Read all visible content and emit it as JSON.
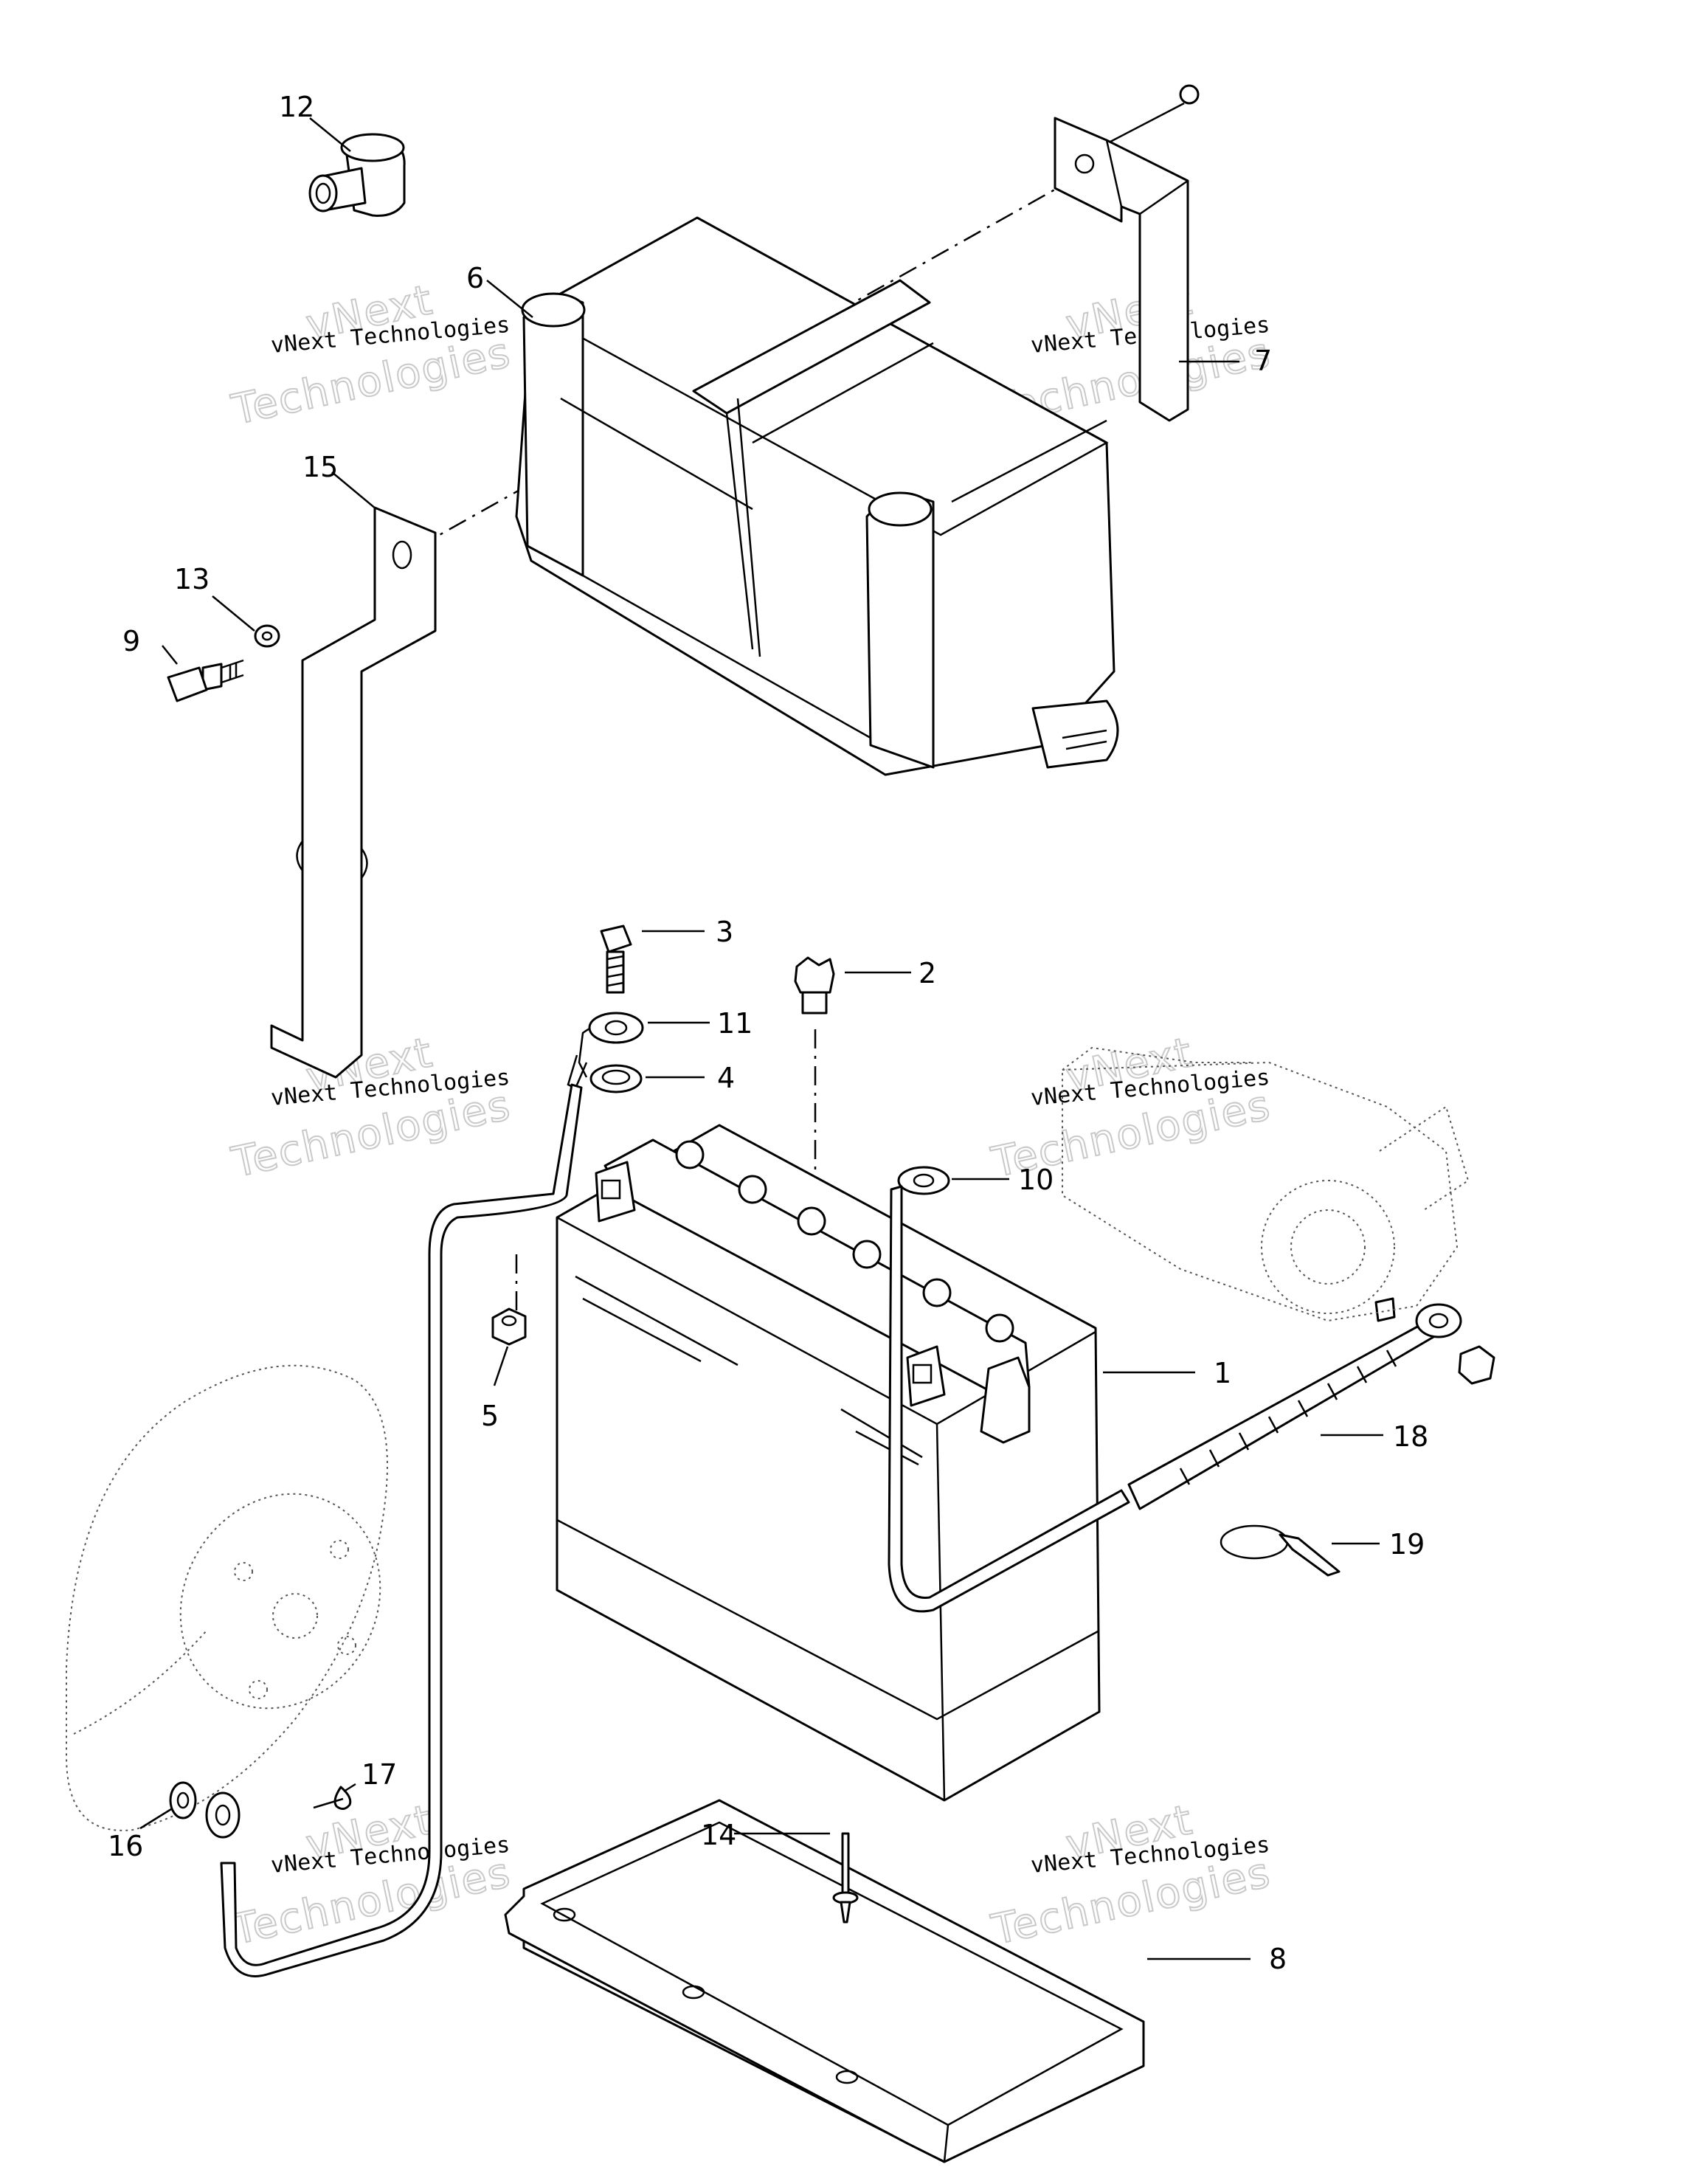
{
  "callouts": {
    "c1": "1",
    "c2": "2",
    "c3": "3",
    "c4": "4",
    "c5": "5",
    "c6": "6",
    "c7": "7",
    "c8": "8",
    "c9": "9",
    "c10": "10",
    "c11": "11",
    "c12": "12",
    "c13": "13",
    "c14": "14",
    "c15": "15",
    "c16": "16",
    "c17": "17",
    "c18": "18",
    "c19": "19"
  },
  "watermark": {
    "line1": "vNext",
    "line2": "vNext Technologies",
    "line3": "Technologies"
  }
}
